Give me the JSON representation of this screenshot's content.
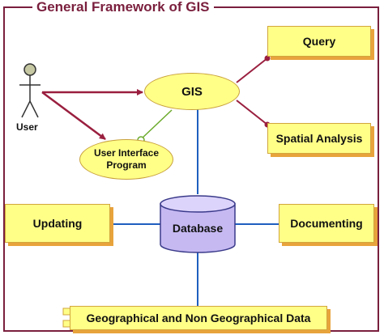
{
  "title": "General Framework of GIS",
  "actor": {
    "label": "User"
  },
  "nodes": {
    "gis": "GIS",
    "ui_program": [
      "User Interface",
      "Program"
    ],
    "query": "Query",
    "spatial_analysis": "Spatial Analysis",
    "updating": "Updating",
    "database": "Database",
    "documenting": "Documenting",
    "data": "Geographical and Non Geographical Data"
  },
  "colors": {
    "frame": "#7a1f3d",
    "fill": "#ffff88",
    "shadow": "#e8a33c",
    "connector": "#1f5fbf",
    "actor_arrow": "#9a1f3f",
    "interface_link": "#6aaa2a",
    "database_fill": "#c6b9f2"
  }
}
